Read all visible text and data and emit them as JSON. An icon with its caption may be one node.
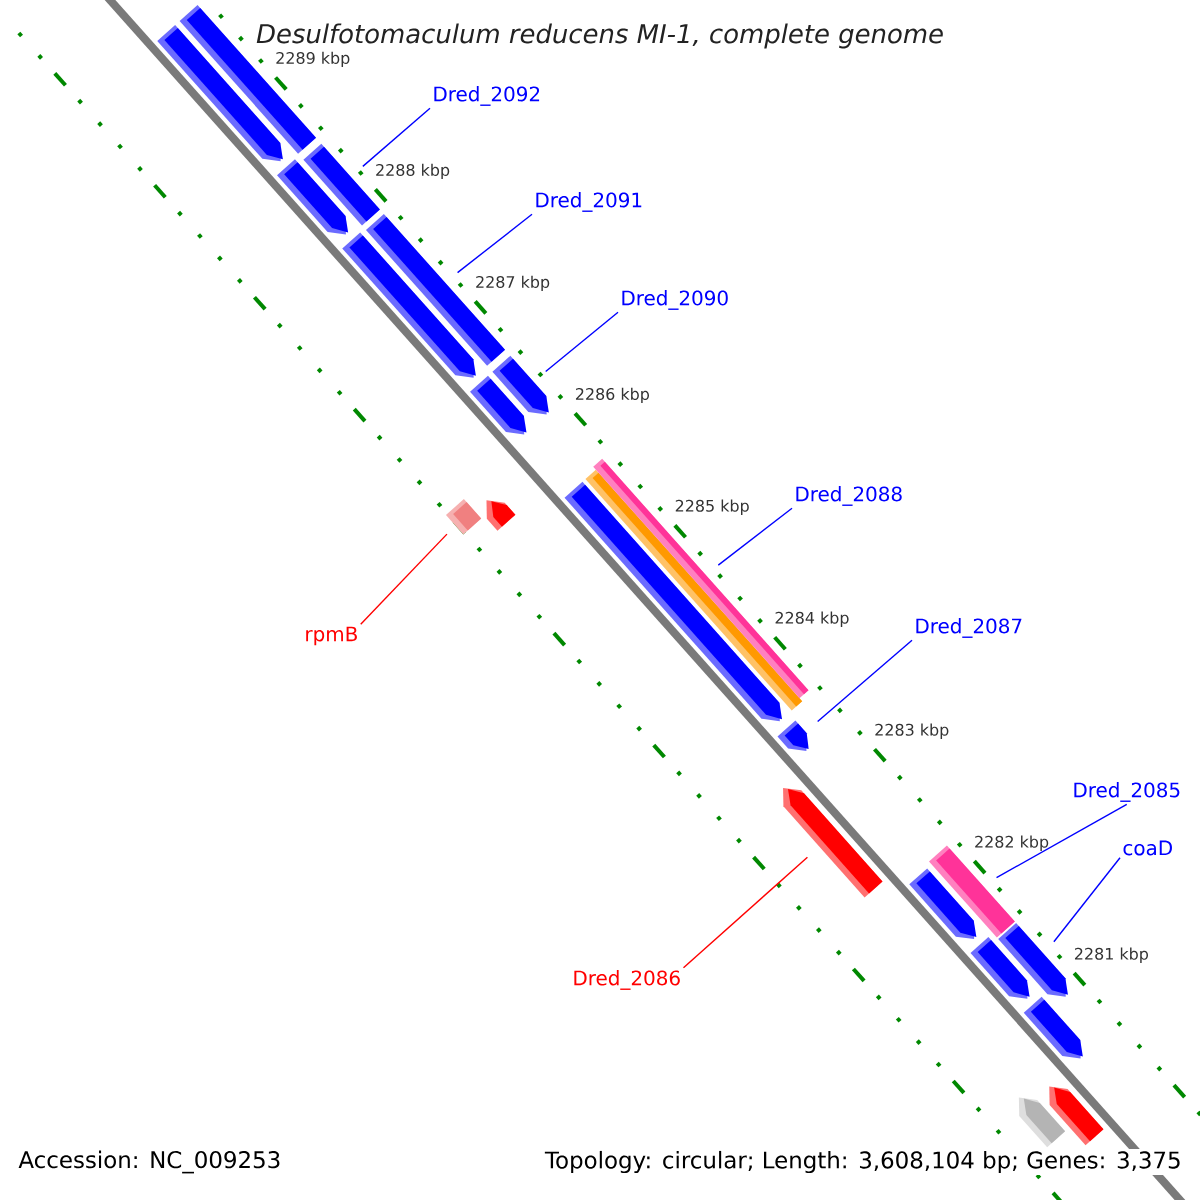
{
  "diagram": {
    "title": "Desulfotomaculum reducens MI-1, complete genome",
    "nodes": [
      {
        "text": [
          "Dred_2092"
        ]
      },
      {
        "text": [
          "Dred_2091"
        ]
      },
      {
        "text": [
          "Dred_2090"
        ]
      },
      {
        "text": [
          "Dred_2088"
        ]
      },
      {
        "text": [
          "rpmB"
        ]
      },
      {
        "text": [
          "Dred_2087"
        ]
      },
      {
        "text": [
          "Dred_2085"
        ]
      },
      {
        "text": [
          "coaD"
        ]
      },
      {
        "text": [
          "Dred_2086"
        ]
      },
      {
        "text": [],
        "shape": "bar"
      },
      {
        "text": [],
        "shape": "bar"
      },
      {
        "text": [],
        "shape": "bar"
      },
      {
        "text": [],
        "shape": "bar"
      },
      {
        "text": [],
        "shape": "bar"
      },
      {
        "text": [],
        "shape": "bar"
      },
      {
        "text": [],
        "shape": "bar"
      },
      {
        "text": [],
        "shape": "bar"
      },
      {
        "text": [],
        "shape": "bar"
      },
      {
        "text": [],
        "shape": "bar"
      },
      {
        "text": [],
        "shape": "bar"
      },
      {
        "text": [],
        "shape": "bar"
      },
      {
        "text": [],
        "shape": "bar"
      },
      {
        "text": [],
        "shape": "bar"
      },
      {
        "text": [],
        "shape": "bar"
      },
      {
        "text": [],
        "shape": "bar"
      },
      {
        "text": [],
        "shape": "bar"
      },
      {
        "text": [],
        "shape": "bar"
      },
      {
        "text": [],
        "shape": "bar"
      },
      {
        "text": [],
        "shape": "bar"
      },
      {
        "text": [],
        "shape": "bar"
      },
      {
        "text": [],
        "shape": "bar"
      }
    ],
    "edges": [
      {
        "from": 0,
        "to": 11,
        "arrow": "none"
      },
      {
        "from": 1,
        "to": 13,
        "arrow": "none"
      },
      {
        "from": 2,
        "to": 15,
        "arrow": "none"
      },
      {
        "from": 3,
        "to": 21,
        "arrow": "none"
      },
      {
        "from": 4,
        "to": 17,
        "arrow": "none",
        "color": "#ff0000"
      },
      {
        "from": 5,
        "to": 22,
        "arrow": "none"
      },
      {
        "from": 6,
        "to": 24,
        "arrow": "none"
      },
      {
        "from": 7,
        "to": 26,
        "arrow": "none"
      },
      {
        "from": 8,
        "to": 23,
        "arrow": "none",
        "color": "#ff0000"
      }
    ],
    "labels": [
      "2289 kbp",
      "2288 kbp",
      "2287 kbp",
      "2286 kbp",
      "2285 kbp",
      "2284 kbp",
      "2283 kbp",
      "2282 kbp",
      "2281 kbp",
      "Accession: NC_009253",
      "Topology: circular; Length: 3,608,104 bp; Genes: 3,375"
    ]
  }
}
